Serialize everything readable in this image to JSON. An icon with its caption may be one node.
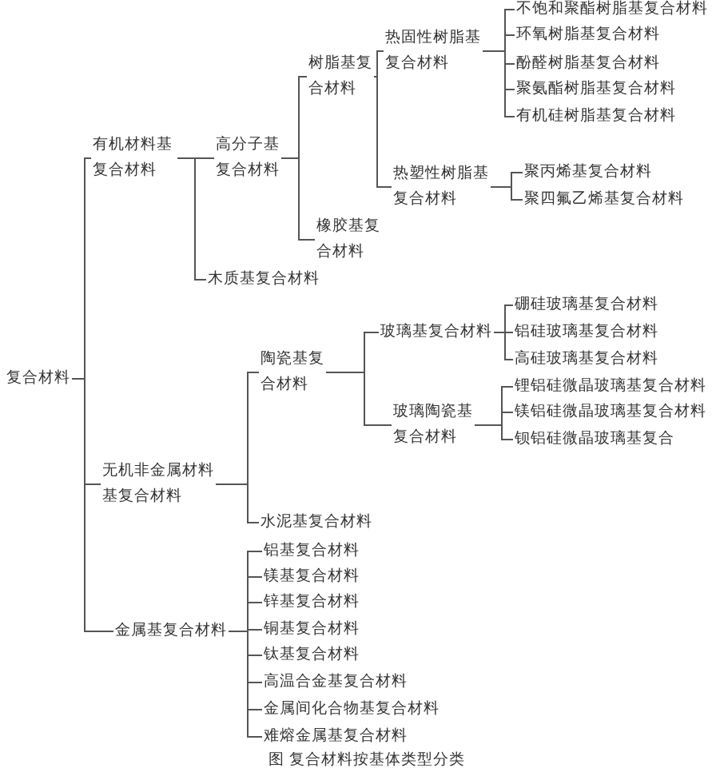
{
  "diagram": {
    "caption": "图 复合材料按基体类型分类",
    "nodes": [
      {
        "text": [
          "复合材料"
        ]
      },
      {
        "text": [
          "有机材料基复合材料"
        ]
      },
      {
        "text": [
          "高分子基复合材料"
        ]
      },
      {
        "text": [
          "树脂基复合材料"
        ]
      },
      {
        "text": [
          "热固性树脂基复合材料"
        ]
      },
      {
        "text": [
          "不饱和聚酯树脂基复合材料"
        ]
      },
      {
        "text": [
          "环氧树脂基复合材料"
        ]
      },
      {
        "text": [
          "酚醛树脂基复合材料"
        ]
      },
      {
        "text": [
          "聚氨酯树脂基复合材料"
        ]
      },
      {
        "text": [
          "有机硅树脂基复合材料"
        ]
      },
      {
        "text": [
          "热塑性树脂基复合材料"
        ]
      },
      {
        "text": [
          "聚丙烯基复合材料"
        ]
      },
      {
        "text": [
          "聚四氟乙烯基复合材料"
        ]
      },
      {
        "text": [
          "橡胶基复合材料"
        ]
      },
      {
        "text": [
          "木质基复合材料"
        ]
      },
      {
        "text": [
          "无机非金属材料基复合材料"
        ]
      },
      {
        "text": [
          "陶瓷基复合材料"
        ]
      },
      {
        "text": [
          "玻璃基复合材料"
        ]
      },
      {
        "text": [
          "硼硅玻璃基复合材料"
        ]
      },
      {
        "text": [
          "铝硅玻璃基复合材料"
        ]
      },
      {
        "text": [
          "高硅玻璃基复合材料"
        ]
      },
      {
        "text": [
          "玻璃陶瓷基复合材料"
        ]
      },
      {
        "text": [
          "锂铝硅微晶玻璃基复合材料"
        ]
      },
      {
        "text": [
          "镁铝硅微晶玻璃基复合材料"
        ]
      },
      {
        "text": [
          "钡铝硅微晶玻璃基复合"
        ]
      },
      {
        "text": [
          "水泥基复合材料"
        ]
      },
      {
        "text": [
          "金属基复合材料"
        ]
      },
      {
        "text": [
          "铝基复合材料"
        ]
      },
      {
        "text": [
          "镁基复合材料"
        ]
      },
      {
        "text": [
          "锌基复合材料"
        ]
      },
      {
        "text": [
          "铜基复合材料"
        ]
      },
      {
        "text": [
          "钛基复合材料"
        ]
      },
      {
        "text": [
          "高温合金基复合材料"
        ]
      },
      {
        "text": [
          "金属间化合物基复合材料"
        ]
      },
      {
        "text": [
          "难熔金属基复合材料"
        ]
      }
    ],
    "edges": [
      {
        "from": 0,
        "to": 1,
        "arrow": "none"
      },
      {
        "from": 0,
        "to": 15,
        "arrow": "none"
      },
      {
        "from": 0,
        "to": 26,
        "arrow": "none"
      },
      {
        "from": 1,
        "to": 2,
        "arrow": "none"
      },
      {
        "from": 1,
        "to": 14,
        "arrow": "none"
      },
      {
        "from": 2,
        "to": 3,
        "arrow": "none"
      },
      {
        "from": 2,
        "to": 13,
        "arrow": "none"
      },
      {
        "from": 3,
        "to": 4,
        "arrow": "none"
      },
      {
        "from": 3,
        "to": 10,
        "arrow": "none"
      },
      {
        "from": 4,
        "to": 5,
        "arrow": "none"
      },
      {
        "from": 4,
        "to": 6,
        "arrow": "none"
      },
      {
        "from": 4,
        "to": 7,
        "arrow": "none"
      },
      {
        "from": 4,
        "to": 8,
        "arrow": "none"
      },
      {
        "from": 4,
        "to": 9,
        "arrow": "none"
      },
      {
        "from": 10,
        "to": 11,
        "arrow": "none"
      },
      {
        "from": 10,
        "to": 12,
        "arrow": "none"
      },
      {
        "from": 15,
        "to": 16,
        "arrow": "none"
      },
      {
        "from": 15,
        "to": 25,
        "arrow": "none"
      },
      {
        "from": 16,
        "to": 17,
        "arrow": "none"
      },
      {
        "from": 16,
        "to": 21,
        "arrow": "none"
      },
      {
        "from": 17,
        "to": 18,
        "arrow": "none"
      },
      {
        "from": 17,
        "to": 19,
        "arrow": "none"
      },
      {
        "from": 17,
        "to": 20,
        "arrow": "none"
      },
      {
        "from": 21,
        "to": 22,
        "arrow": "none"
      },
      {
        "from": 21,
        "to": 23,
        "arrow": "none"
      },
      {
        "from": 21,
        "to": 24,
        "arrow": "none"
      },
      {
        "from": 26,
        "to": 27,
        "arrow": "none"
      },
      {
        "from": 26,
        "to": 28,
        "arrow": "none"
      },
      {
        "from": 26,
        "to": 29,
        "arrow": "none"
      },
      {
        "from": 26,
        "to": 30,
        "arrow": "none"
      },
      {
        "from": 26,
        "to": 31,
        "arrow": "none"
      },
      {
        "from": 26,
        "to": 32,
        "arrow": "none"
      },
      {
        "from": 26,
        "to": 33,
        "arrow": "none"
      },
      {
        "from": 26,
        "to": 34,
        "arrow": "none"
      }
    ]
  }
}
